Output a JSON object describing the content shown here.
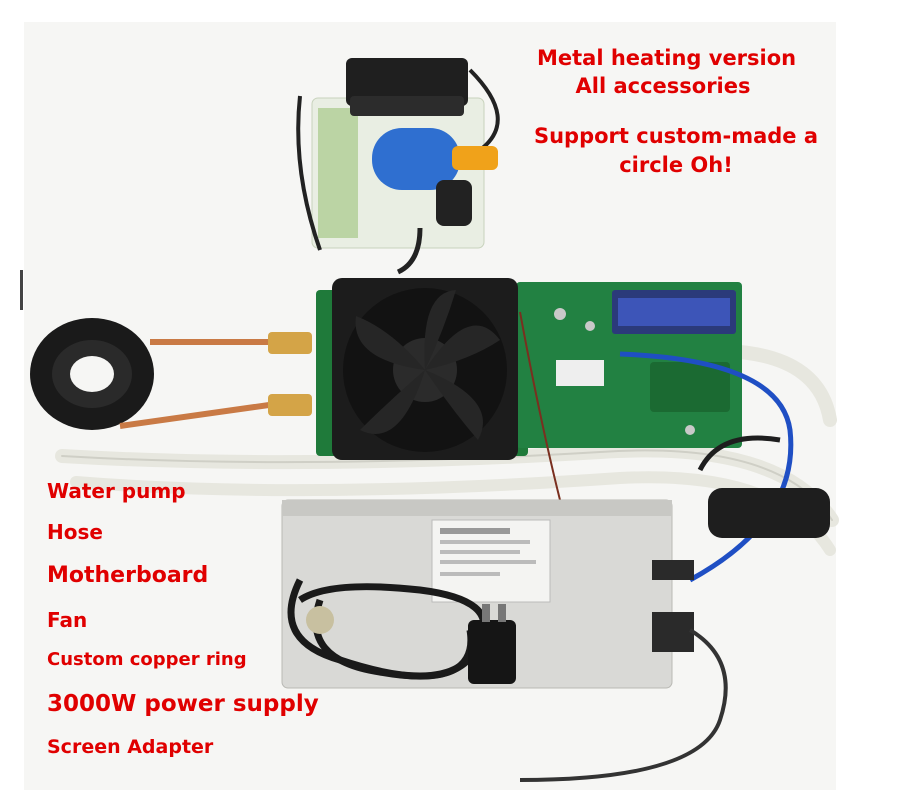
{
  "top_right_caption": {
    "line1": "Metal heating version",
    "line2": "All accessories",
    "line3": "Support custom-made a",
    "line4": "circle Oh!"
  },
  "components_list": [
    "Water pump",
    "Hose",
    "Motherboard",
    "Fan",
    "Custom copper ring",
    "3000W power supply",
    "Screen Adapter"
  ],
  "colors": {
    "caption_text": "#e00000",
    "pcb_green": "#1f7a3a",
    "fan_black": "#1c1c1c",
    "copper": "#c97a45",
    "psu_metal": "#d9d9d6",
    "pump_blue": "#2f6fd0"
  }
}
